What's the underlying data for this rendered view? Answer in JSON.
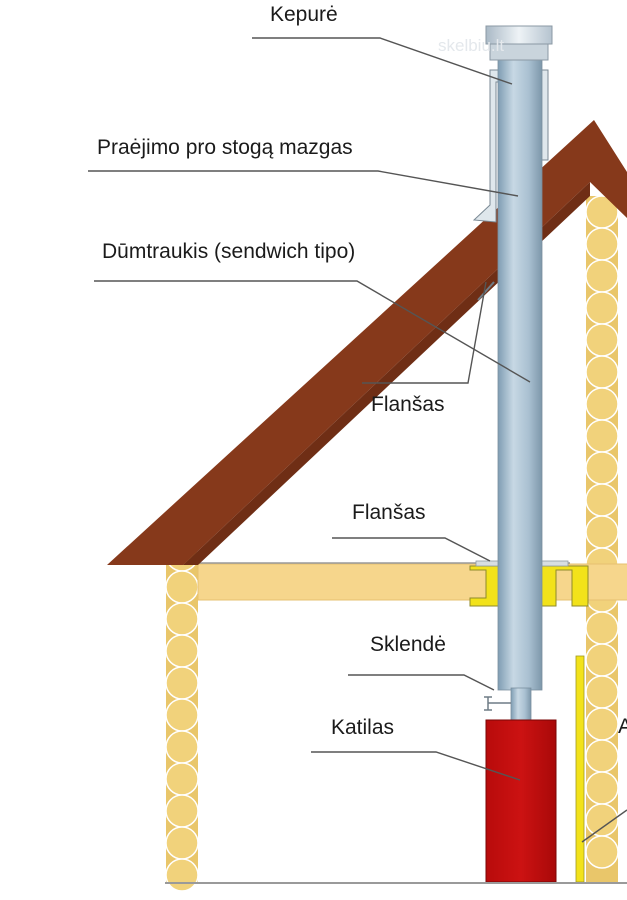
{
  "labels": {
    "kepure": "Kepurė",
    "roof_passage": "Praėjimo pro stogą mazgas",
    "chimney": "Dūmtraukis (sendwich tipo)",
    "flange_roof": "Flanšas",
    "flange_ceiling": "Flanšas",
    "damper": "Sklendė",
    "boiler": "Katilas",
    "cut_right": "A"
  },
  "watermark": "skelbiu.lt",
  "colors": {
    "roof": "#86391b",
    "log": "#f1d27b",
    "log_outline": "#ffffff",
    "beam": "#f6d68c",
    "flange_yellow": "#f2e21a",
    "pipe": "#9fb9cc",
    "boiler": "#c40f10",
    "floor": "#9a9a9a"
  }
}
